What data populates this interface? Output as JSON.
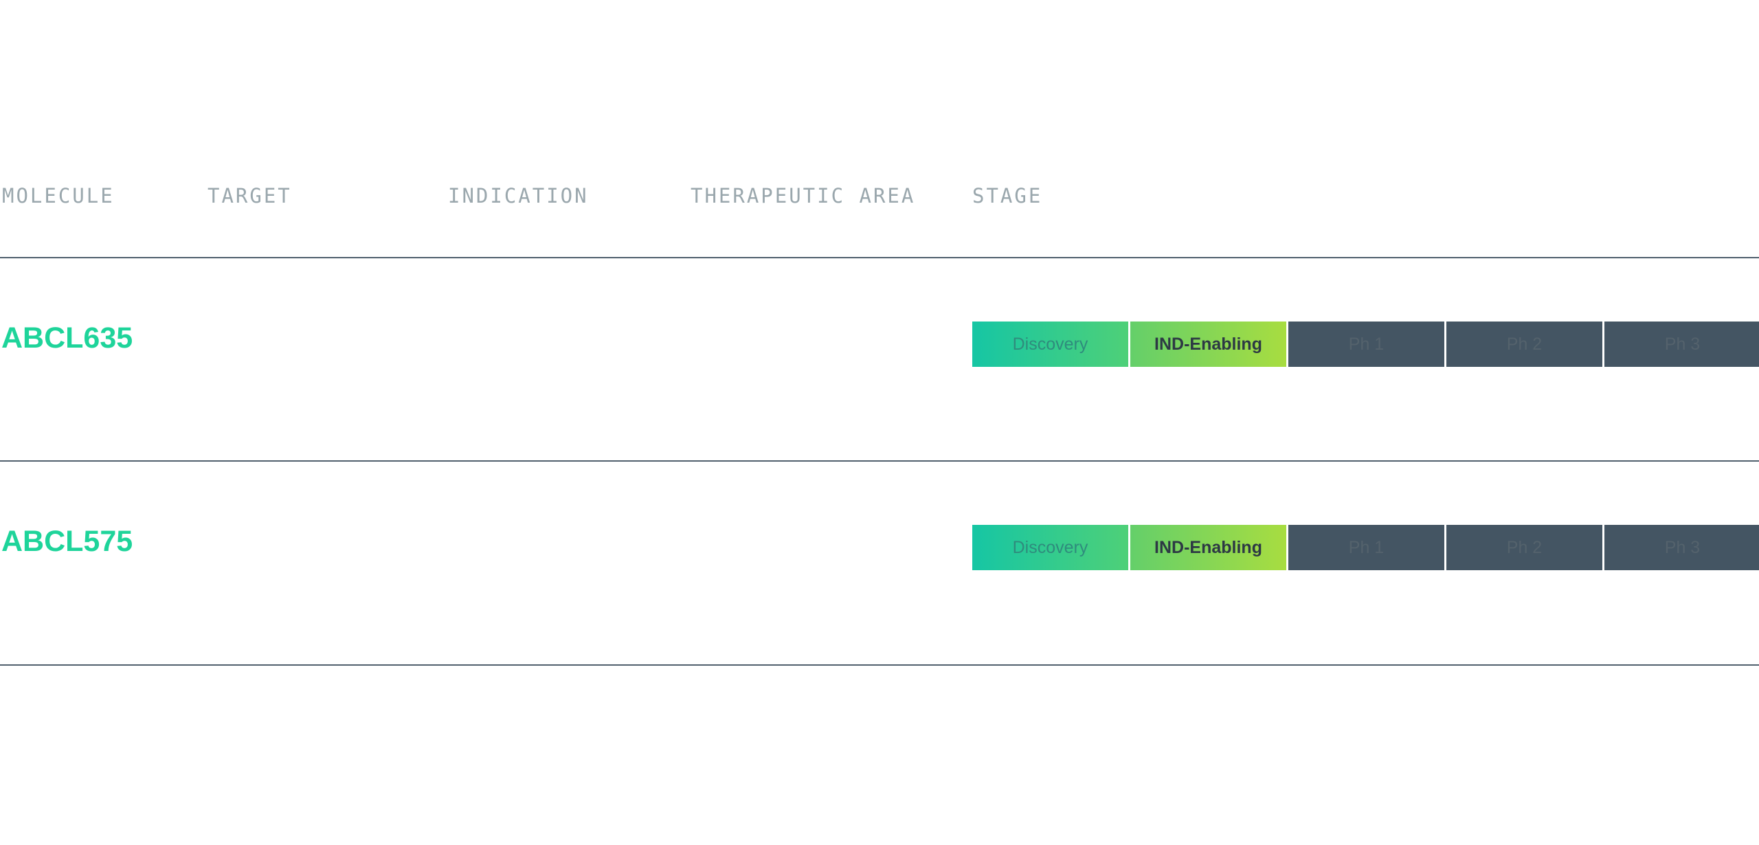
{
  "header": {
    "molecule": "MOLECULE",
    "target": "TARGET",
    "indication": "INDICATION",
    "therapeutic_area": "THERAPEUTIC AREA",
    "stage": "STAGE"
  },
  "rows": [
    {
      "molecule": "ABCL635",
      "stages": [
        "Discovery",
        "IND-Enabling",
        "Ph 1",
        "Ph 2",
        "Ph 3"
      ],
      "current_stage": "IND-Enabling"
    },
    {
      "molecule": "ABCL575",
      "stages": [
        "Discovery",
        "IND-Enabling",
        "Ph 1",
        "Ph 2",
        "Ph 3"
      ],
      "current_stage": "IND-Enabling"
    }
  ],
  "colors": {
    "molecule_text": "#1ed49a",
    "header_text": "#9aa7ad",
    "rule": "#4f5f6c",
    "stage_inactive": "#445563",
    "discovery_start": "#16c6a4",
    "discovery_end": "#4ed078",
    "ind_start": "#64cf6a",
    "ind_end": "#a8dd40"
  }
}
